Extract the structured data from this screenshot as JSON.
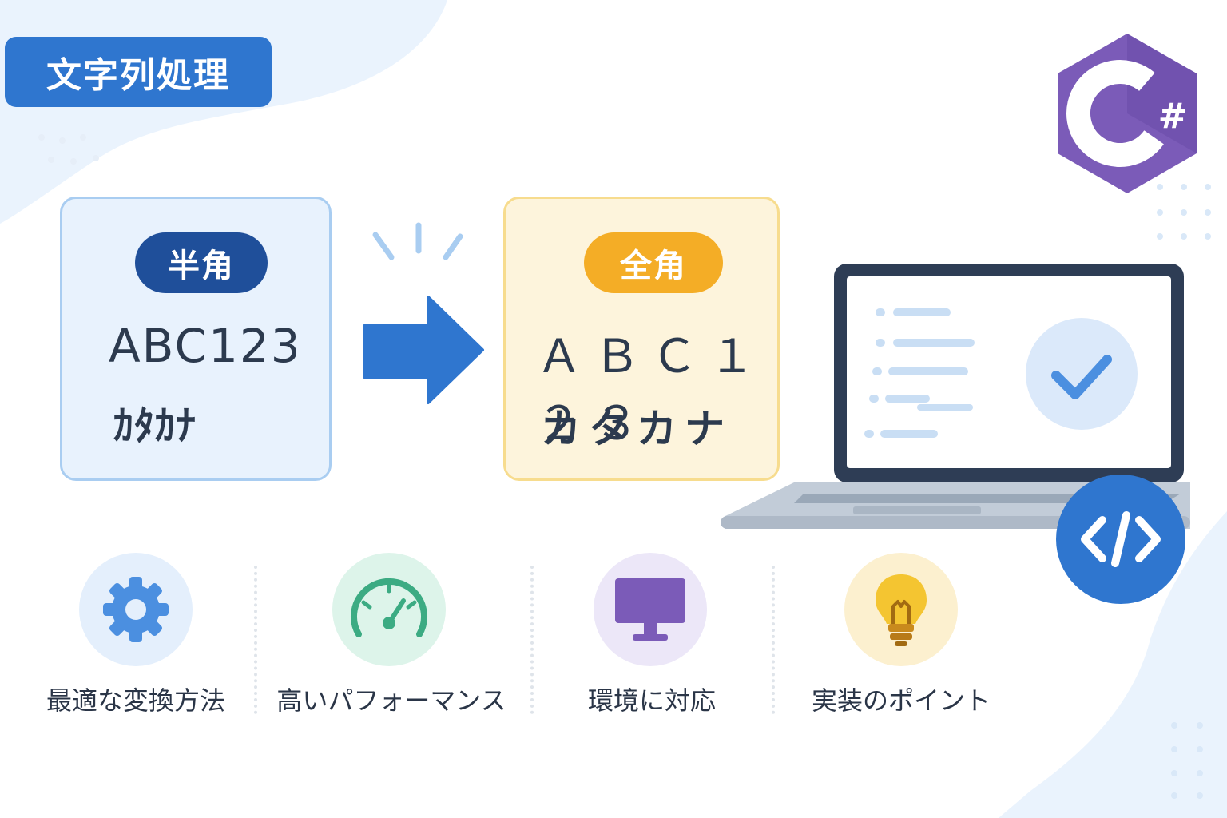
{
  "tag": {
    "label": "文字列処理"
  },
  "csharp_logo": {
    "label": "C#"
  },
  "half_card": {
    "badge": "半角",
    "line1": "ABC123",
    "line2": "ｶﾀｶﾅ"
  },
  "full_card": {
    "badge": "全角",
    "line1": "ＡＢＣ１２３",
    "line2": "カタカナ"
  },
  "features": [
    {
      "icon": "gear-icon",
      "label": "最適な変換方法"
    },
    {
      "icon": "speedometer-icon",
      "label": "高いパフォーマンス"
    },
    {
      "icon": "monitor-icon",
      "label": "環境に対応"
    },
    {
      "icon": "lightbulb-icon",
      "label": "実装のポイント"
    }
  ],
  "colors": {
    "accent_blue": "#2f76cf",
    "navy": "#1f4f9a",
    "amber": "#f4ad26",
    "csharp_purple": "#7b5bb8",
    "green": "#3cab83"
  }
}
